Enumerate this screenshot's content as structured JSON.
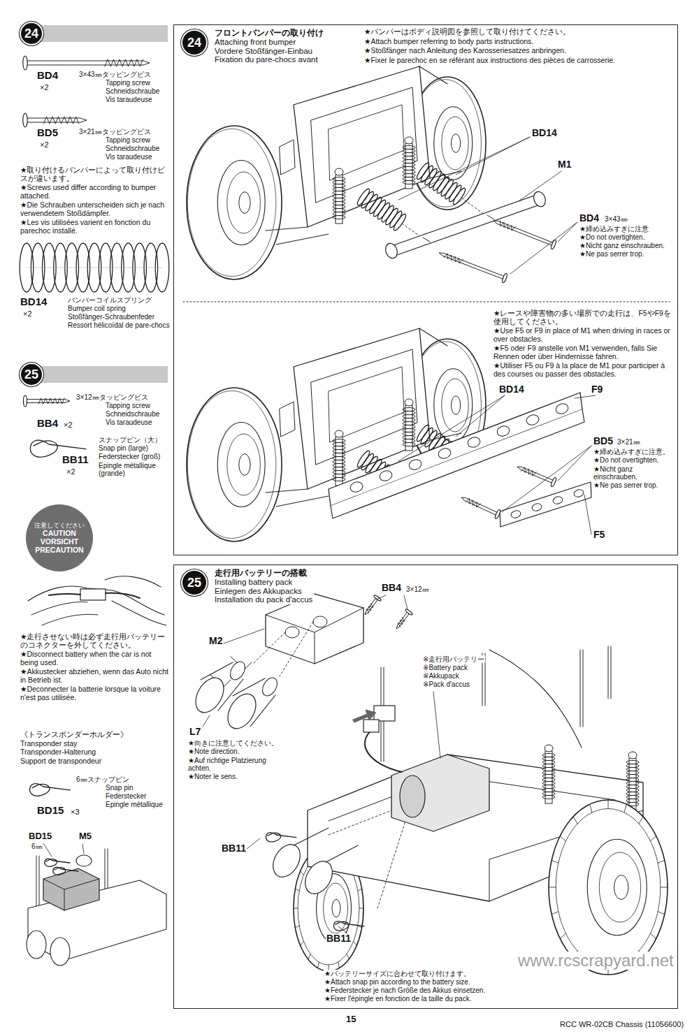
{
  "diagram": {
    "nodes": [
      {
        "text": [
          "24"
        ]
      },
      {
        "text": [
          "フロントバンパーの取り付け",
          "Attaching front bumper",
          "Vordere Stoßfänger-Einbau",
          "Fixation du pare-chocs avant"
        ]
      },
      {
        "text": [
          "24"
        ],
        "in": 1
      },
      {
        "text": [
          "25"
        ]
      },
      {
        "text": [
          "注意してください",
          "CAUTION",
          "VORSICHT",
          "PRECAUTION"
        ]
      },
      {
        "text": [
          "走行用バッテリーの搭載",
          "Installing battery pack",
          "Einlegen des Akkupacks",
          "Installation du pack d'accus"
        ]
      },
      {
        "text": [
          "25"
        ],
        "in": 5
      }
    ],
    "labels": [
      "BD4",
      "×2",
      "3×43㎜タッピングビス",
      "Tapping screw",
      "Schneidschraube",
      "Vis taraudeuse",
      "BD5",
      "×2",
      "3×21㎜タッピングビス",
      "Tapping screw",
      "Schneidschraube",
      "Vis taraudeuse",
      "★取り付けるバンパーによって取り付けビスが違います。",
      "★Screws used differ according to bumper attached.",
      "★Die Schrauben unterscheiden sich je nach verwendetem Stoßdämpfer.",
      "★Les vis utilisées varient en fonction du parechoc installé.",
      "BD14",
      "×2",
      "バンパーコイルスプリング",
      "Bumper coil spring",
      "Stoßfänger-Schraubenfeder",
      "Ressort hélicoïdal de pare-chocs",
      "3×12㎜タッピングビス",
      "Tapping screw",
      "Schneidschraube",
      "Vis taraudeuse",
      "BB4",
      "×2",
      "BB11",
      "×2",
      "スナップピン（大）",
      "Snap pin (large)",
      "Federstecker (groß)",
      "Epingle métallique (grande)",
      "★走行させない時は必ず走行用バッテリーのコネクターを外してください。",
      "★Disconnect battery when the car is not being used.",
      "★Akkustecker abziehen, wenn das Auto nicht in Betrieb ist.",
      "★Deconnecter la batterie lorsque la voiture n'est pas utilisée.",
      "《トランスポンダーホルダー》",
      "Transponder stay",
      "Transponder-Halterung",
      "Support de transpondeur",
      "6㎜スナップピン",
      "Snap pin",
      "Federstecker",
      "Epingle métallique",
      "BD15",
      "×3",
      "BD15",
      "6㎜",
      "M5",
      "★バンパーはボディ説明図を参照して取り付けてください。",
      "★Attach bumper referring to body parts instructions.",
      "★Stoßfänger nach Anleitung des Karosseriesatzes anbringen.",
      "★Fixer le parechoc en se référant aux instructions des pièces de carrosserie.",
      "BD14",
      "M1",
      "BD4",
      "3×43㎜",
      "★締め込みすぎに注意",
      "★Do not overtighten.",
      "★Nicht ganz einschrauben.",
      "★Ne pas serrer trop.",
      "★レースや障害物の多い場所での走行は、F5やF9を使用してください。",
      "★Use F5 or F9 in place of M1 when driving in races or over obstacles.",
      "★F5 oder F9 anstelle von M1 verwenden, falls Sie Rennen oder über Hindernisse fahren.",
      "★Utiliser F5 ou F9 à la place de M1 pour participer à des courses ou passer des obstacles.",
      "BD14",
      "F9",
      "BD5",
      "3×21㎜",
      "★締め込みすぎに注意。",
      "★Do not overtighten.",
      "★Nicht ganz einschrauben.",
      "★Ne pas serrer trop.",
      "F5",
      "BB4",
      "3×12㎜",
      "M2",
      "L7",
      "★向きに注意してください。",
      "★Note direction.",
      "★Auf richtige Platzierung achten.",
      "★Noter le sens.",
      "※走行用バッテリー",
      "※Battery pack",
      "※Akkupack",
      "※Pack d'accus",
      "BB11",
      "BB11",
      "★バッテリーサイズに合わせて取り付けます。",
      "★Attach snap pin according to the battery size.",
      "★Federstecker je nach Größe des Akkus einsetzen.",
      "★Fixer l'épingle en fonction de la taille du pack.",
      "15",
      "RCC WR-02CB Chassis (11056600)",
      "www.rcscrapyard.net"
    ]
  }
}
